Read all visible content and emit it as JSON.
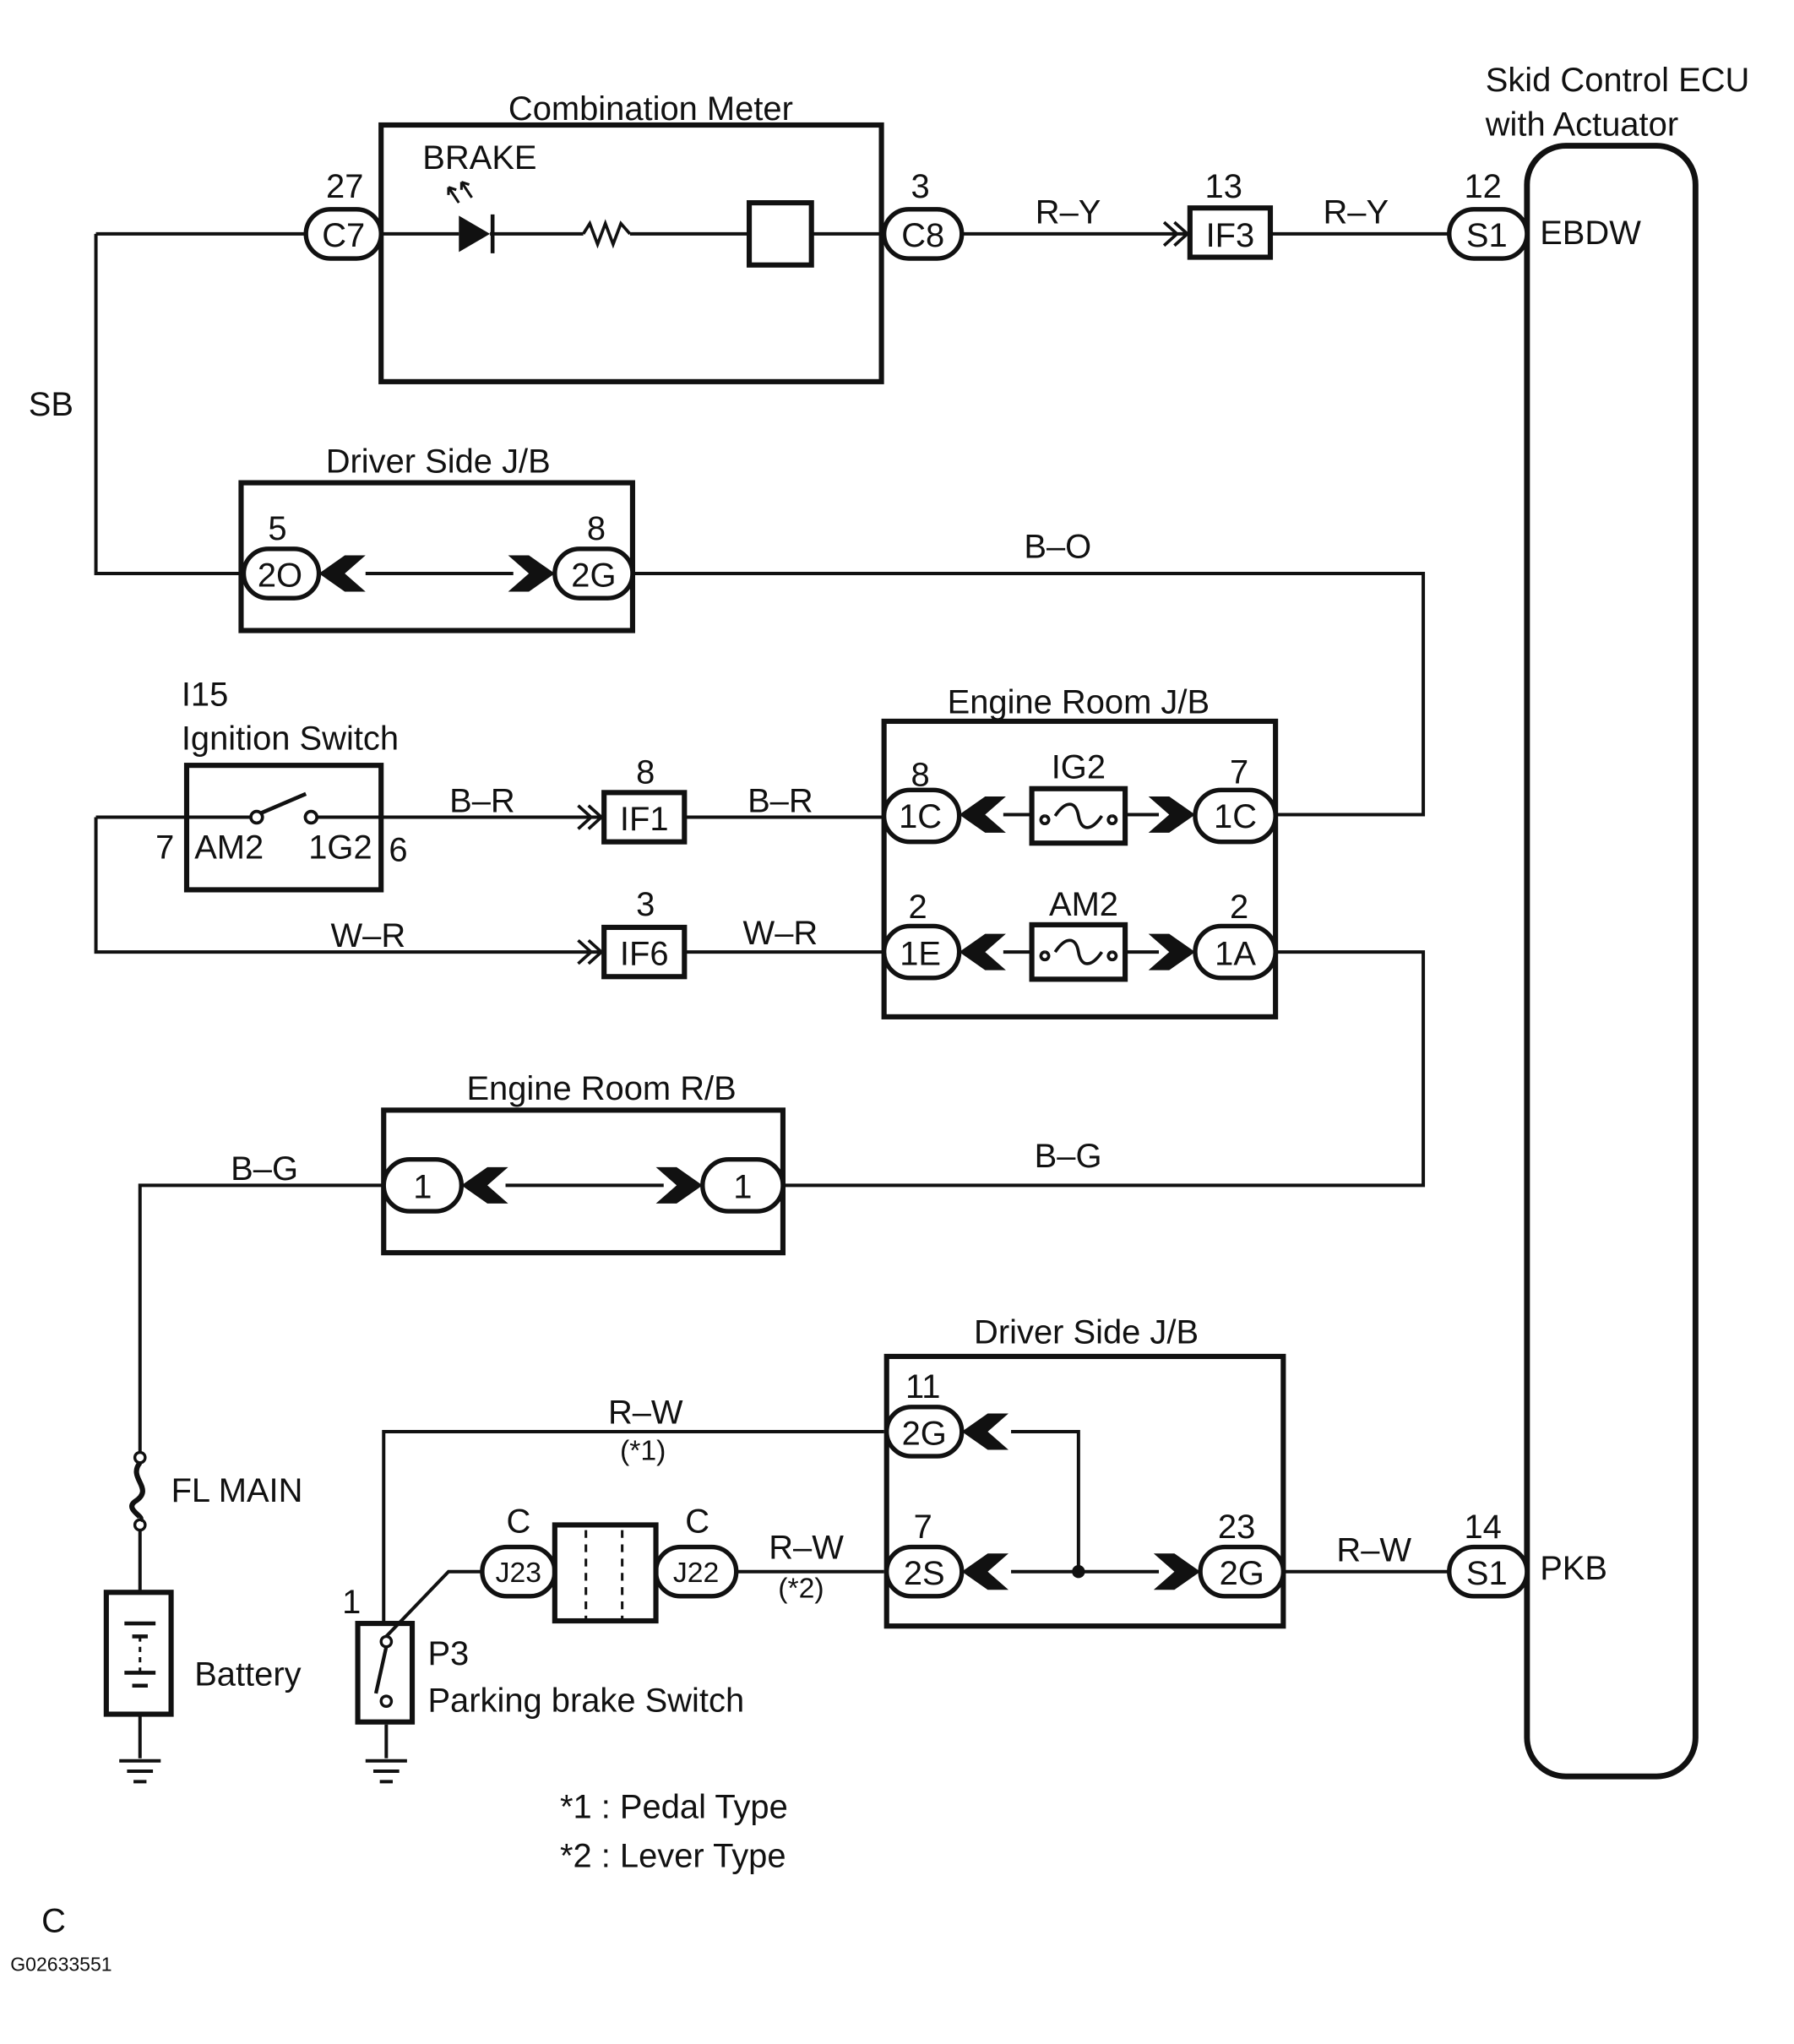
{
  "components": {
    "combination_meter": "Combination Meter",
    "brake_lamp": "BRAKE",
    "skid_ecu_line1": "Skid Control ECU",
    "skid_ecu_line2": "with Actuator",
    "driver_jb_top": "Driver Side J/B",
    "ignition_switch_code": "I15",
    "ignition_switch": "Ignition Switch",
    "engine_room_jb": "Engine Room J/B",
    "engine_room_rb": "Engine Room R/B",
    "driver_jb_bottom": "Driver Side J/B",
    "fl_main": "FL MAIN",
    "battery": "Battery",
    "parking_brake_code": "P3",
    "parking_brake_switch": "Parking brake Switch"
  },
  "connectors": {
    "c7": {
      "label": "C7",
      "pin": "27"
    },
    "c8": {
      "label": "C8",
      "pin": "3"
    },
    "if3": {
      "label": "IF3",
      "pin": "13"
    },
    "s1_top": {
      "label": "S1",
      "pin": "12"
    },
    "dj_2o": {
      "label": "2O",
      "pin": "5"
    },
    "dj_2g_top": {
      "label": "2G",
      "pin": "8"
    },
    "if1": {
      "label": "IF1",
      "pin": "8"
    },
    "er_1c_left": {
      "label": "1C",
      "pin": "8"
    },
    "er_1c_right": {
      "label": "1C",
      "pin": "7"
    },
    "if6": {
      "label": "IF6",
      "pin": "3"
    },
    "er_1e": {
      "label": "1E",
      "pin": "2"
    },
    "er_1a": {
      "label": "1A",
      "pin": "2"
    },
    "rb_1_left": {
      "label": "1"
    },
    "rb_1_right": {
      "label": "1"
    },
    "db_2g_11": {
      "label": "2G",
      "pin": "11"
    },
    "db_2s": {
      "label": "2S",
      "pin": "7"
    },
    "db_2g_23": {
      "label": "2G",
      "pin": "23"
    },
    "s1_bottom": {
      "label": "S1",
      "pin": "14"
    },
    "j23": {
      "label": "J23",
      "tag": "C"
    },
    "j22": {
      "label": "J22",
      "tag": "C"
    }
  },
  "ignition": {
    "am2": "AM2",
    "ig2": "1G2",
    "pin_left": "7",
    "pin_right": "6"
  },
  "fuses": {
    "ig2": "IG2",
    "am2": "AM2"
  },
  "ecu_terminals": {
    "ebdw": "EBDW",
    "pkb": "PKB"
  },
  "wires": {
    "sb": "SB",
    "ry_1": "R–Y",
    "ry_2": "R–Y",
    "bo": "B–O",
    "br_1": "B–R",
    "br_2": "B–R",
    "wr_1": "W–R",
    "wr_2": "W–R",
    "bg_1": "B–G",
    "bg_2": "B–G",
    "rw_pedal": "R–W",
    "rw_pedal_note": "(*1)",
    "rw_lever": "R–W",
    "rw_lever_note": "(*2)",
    "rw_ecu": "R–W"
  },
  "parking_pin": "1",
  "notes": {
    "note1": "*1 : Pedal Type",
    "note2": "*2 : Lever Type"
  },
  "footer": {
    "letter": "C",
    "code": "G02633551"
  }
}
